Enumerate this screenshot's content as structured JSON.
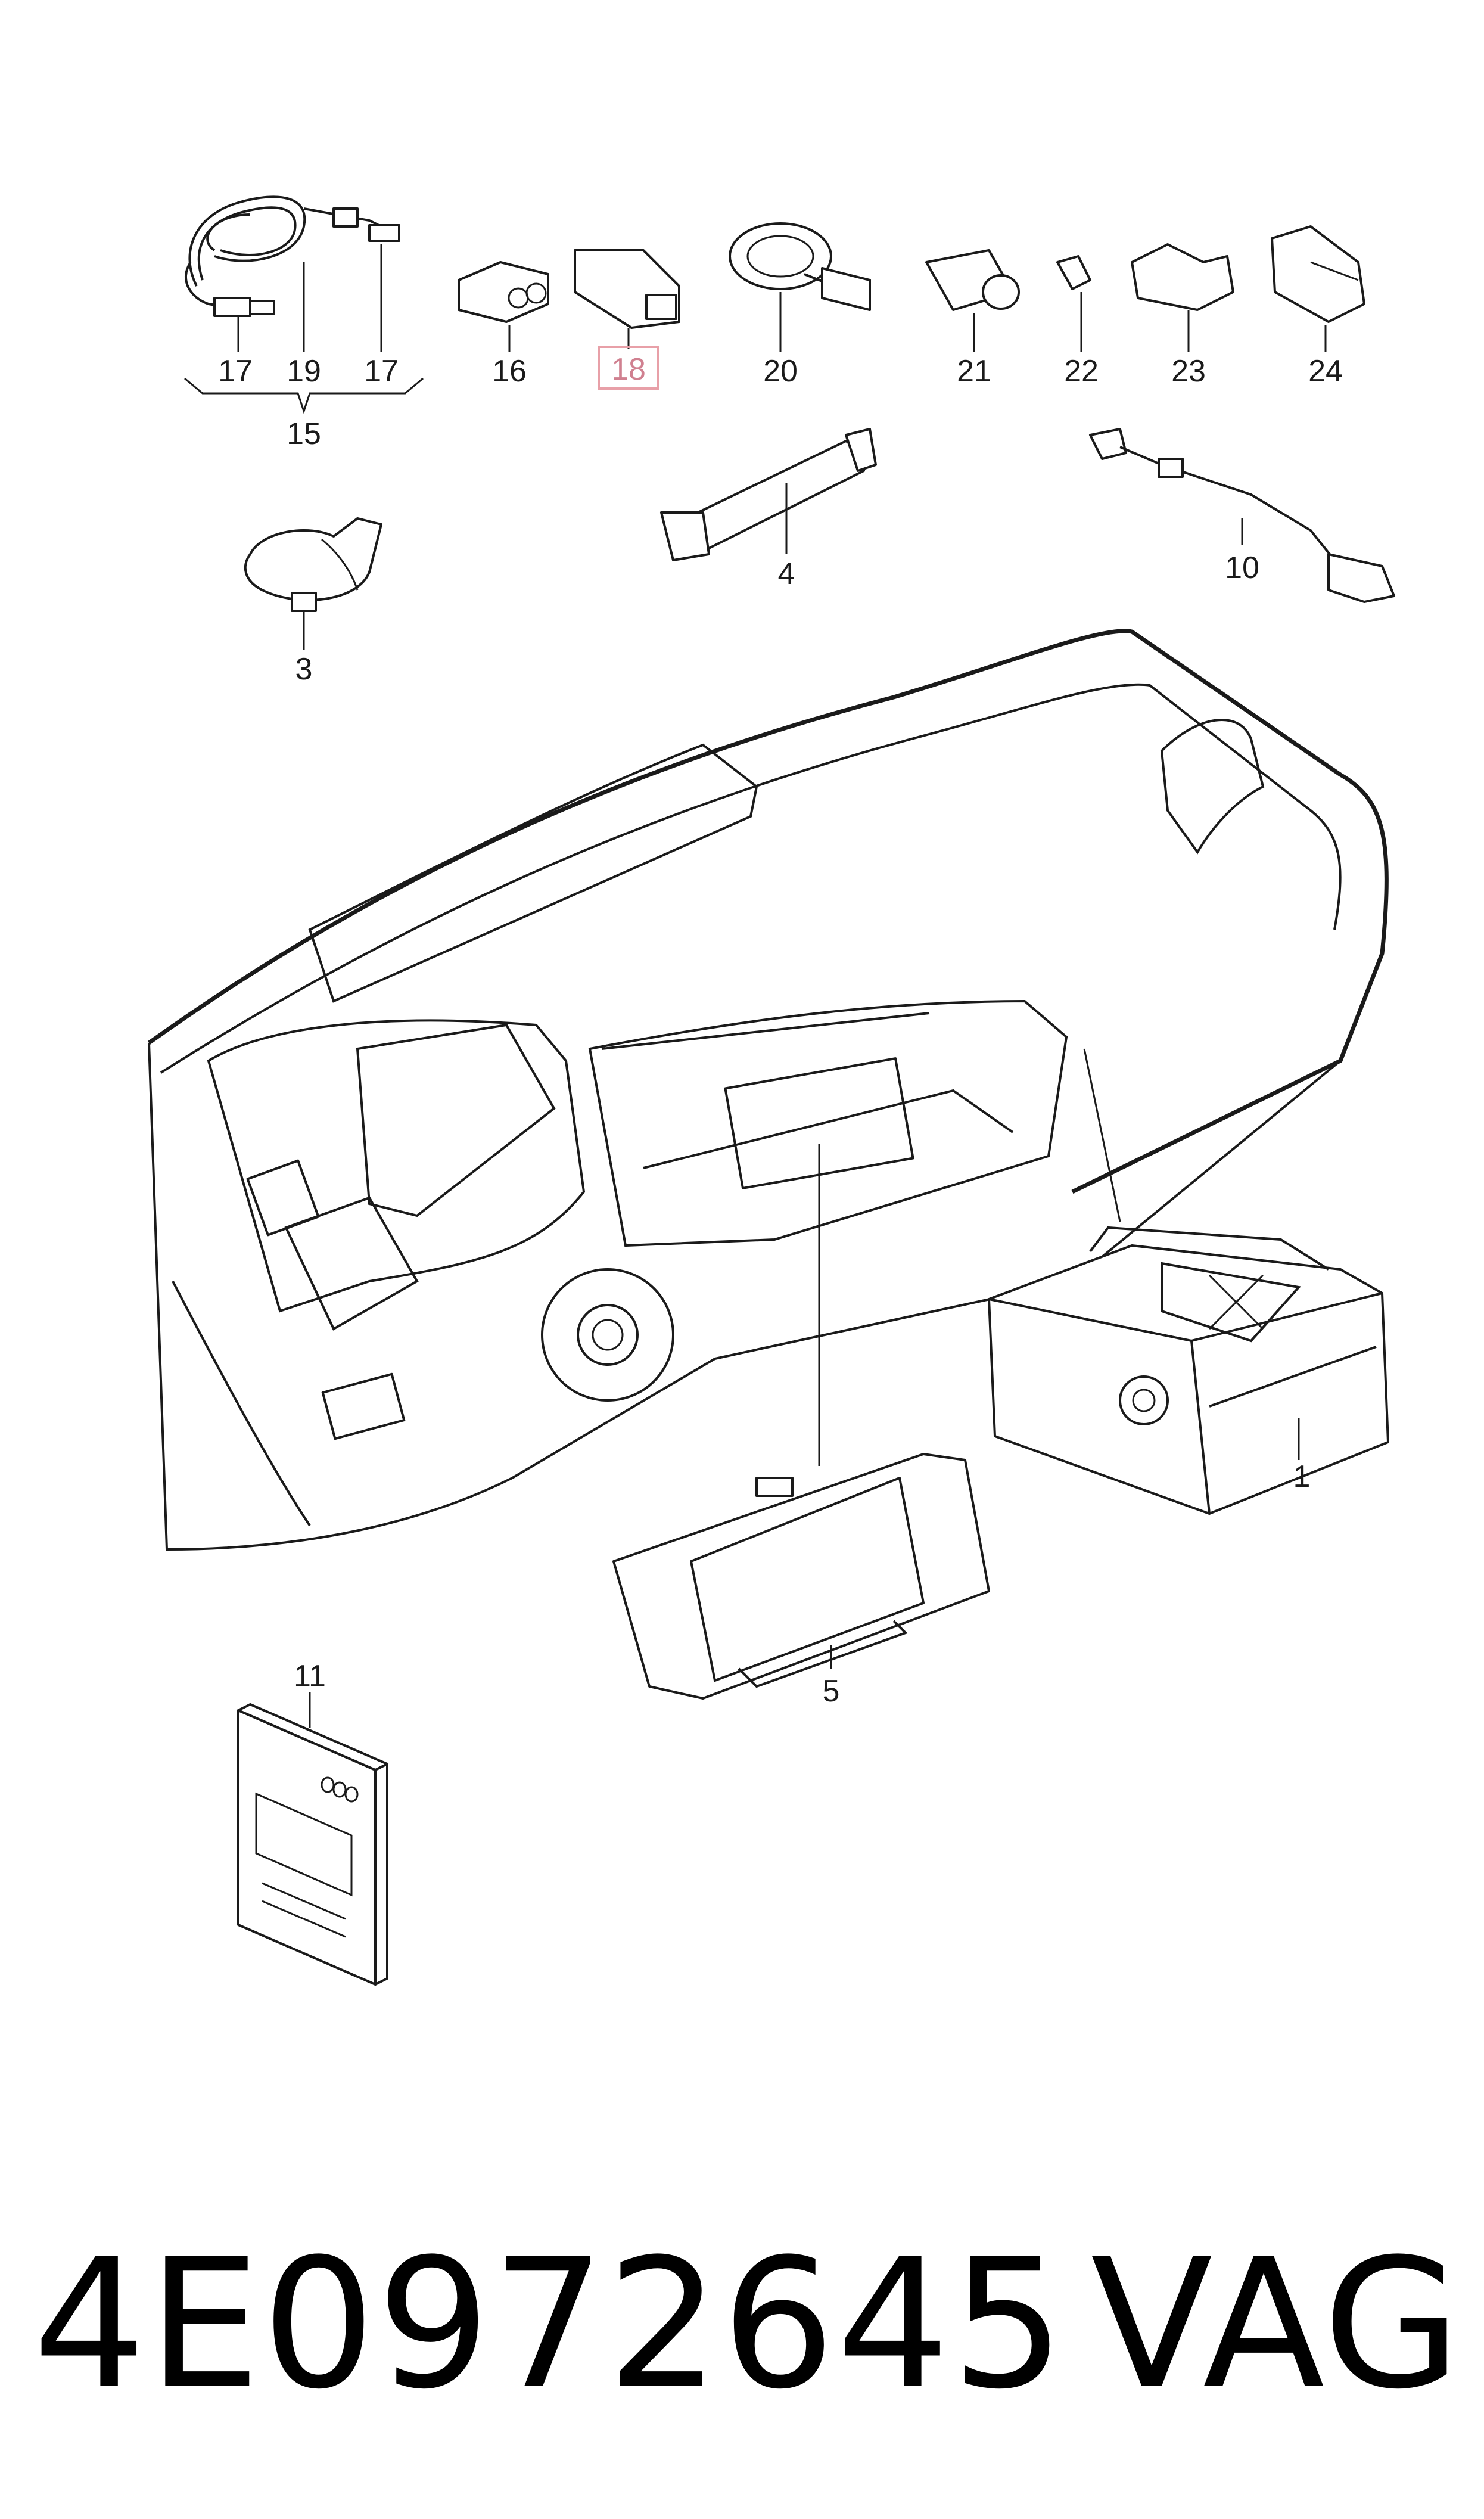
{
  "callouts": {
    "c1": "1",
    "c3": "3",
    "c4": "4",
    "c5": "5",
    "c10": "10",
    "c11": "11",
    "c15": "15",
    "c16": "16",
    "c17a": "17",
    "c17b": "17",
    "c18": "18",
    "c19": "19",
    "c20": "20",
    "c21": "21",
    "c22": "22",
    "c23": "23",
    "c24": "24"
  },
  "highlight": {
    "callout": "18",
    "color": "#e8a0a8"
  },
  "footer": {
    "part_number": "4E0972645",
    "brand": "VAG"
  }
}
